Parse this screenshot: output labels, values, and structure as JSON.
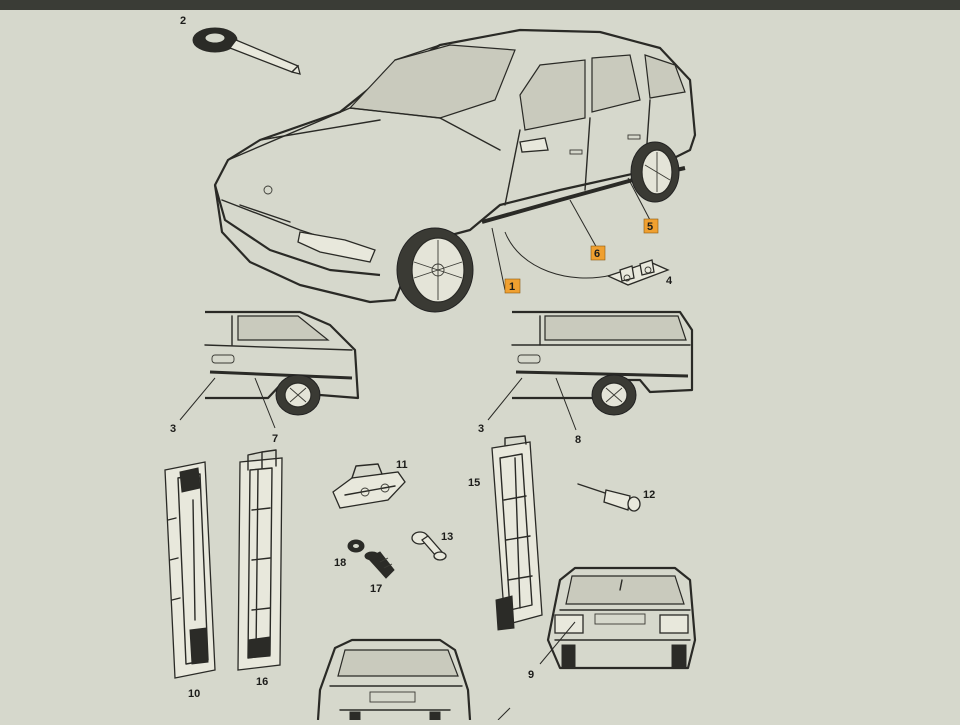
{
  "figure": {
    "labels": {
      "p1": "1",
      "p2": "2",
      "p3a": "3",
      "p3b": "3",
      "p4": "4",
      "p5": "5",
      "p6": "6",
      "p7": "7",
      "p8": "8",
      "p9": "9",
      "p10": "10",
      "p11": "11",
      "p12": "12",
      "p13": "13",
      "p15": "15",
      "p16": "16",
      "p17": "17",
      "p18": "18"
    },
    "colors": {
      "background": "#d6d8cc",
      "ink": "#2a2a26",
      "highlight": "#f0a030"
    },
    "highlighted_labels": [
      "1",
      "5",
      "6"
    ]
  }
}
